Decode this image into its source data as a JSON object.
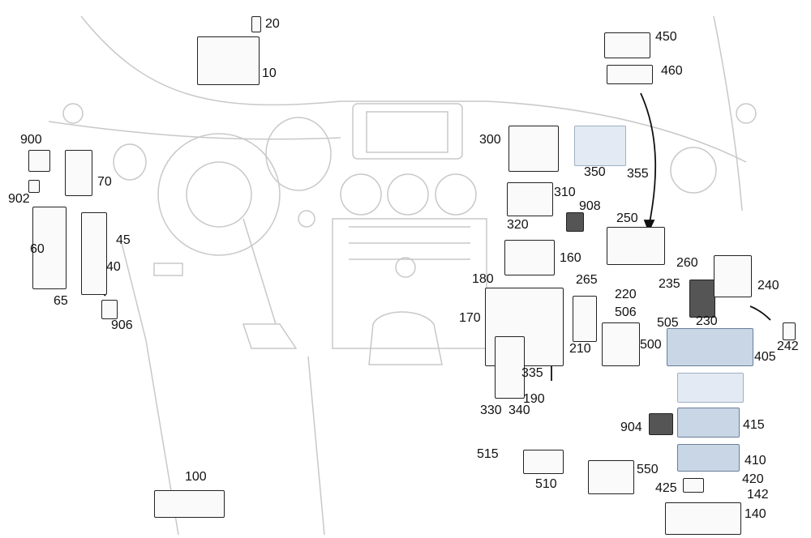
{
  "diagram": {
    "part_numbers": [
      "20",
      "10",
      "450",
      "460",
      "900",
      "70",
      "902",
      "300",
      "350",
      "355",
      "310",
      "908",
      "320",
      "250",
      "45",
      "60",
      "40",
      "160",
      "260",
      "180",
      "265",
      "235",
      "220",
      "240",
      "65",
      "170",
      "506",
      "505",
      "230",
      "906",
      "210",
      "500",
      "242",
      "405",
      "335",
      "190",
      "330",
      "340",
      "904",
      "415",
      "410",
      "515",
      "550",
      "100",
      "510",
      "420",
      "425",
      "142",
      "140"
    ]
  },
  "colors": {
    "line": "#222222",
    "dashboard": "#c8c8c8",
    "highlight": "#c9d6e6"
  }
}
